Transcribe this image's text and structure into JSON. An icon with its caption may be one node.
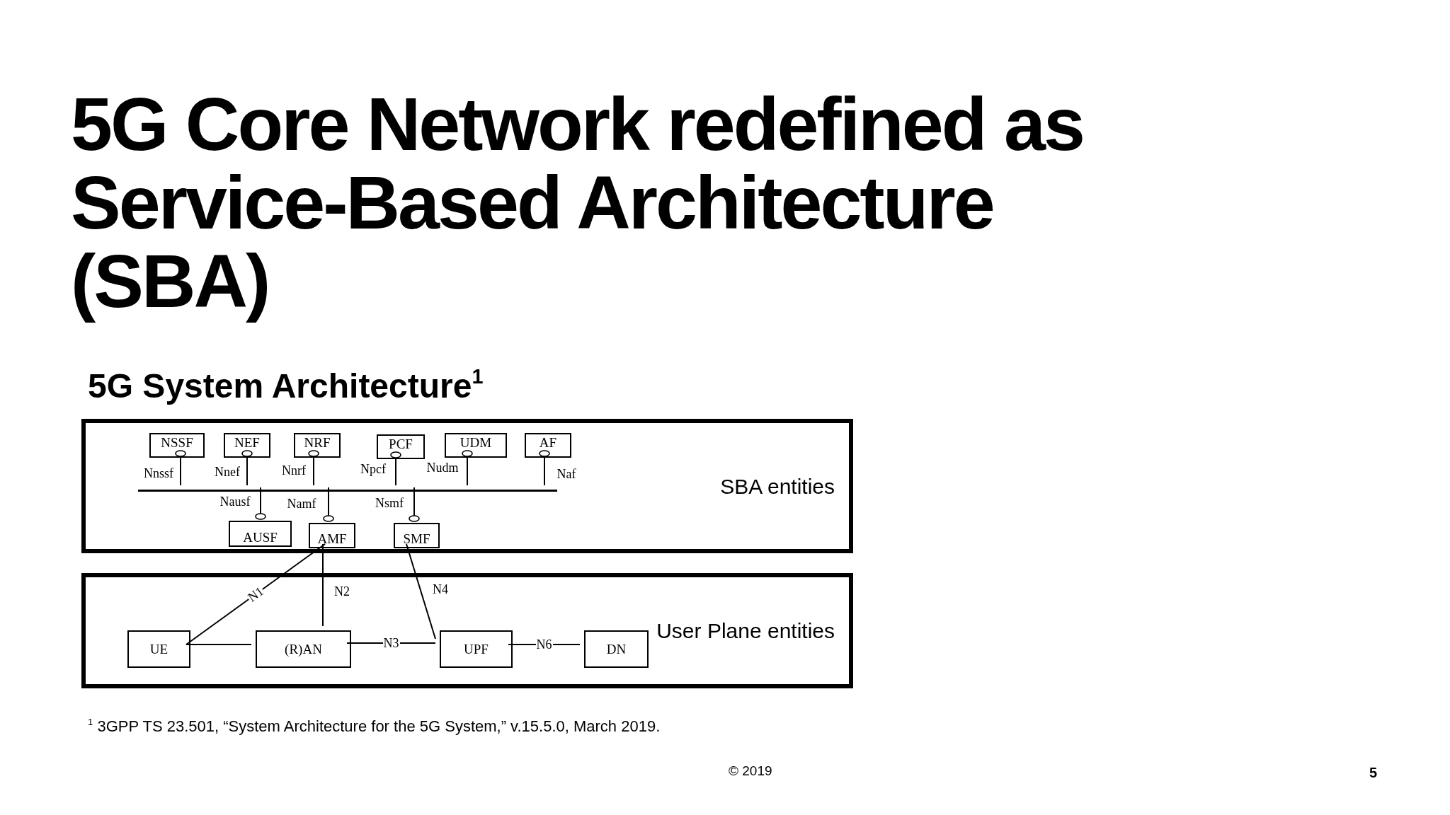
{
  "diagram": {
    "title": "5G Core Network redefined as Service-Based Architecture (SBA)",
    "nodes": [
      {
        "text": [
          "SBA entities"
        ]
      },
      {
        "text": [
          "NSSF"
        ],
        "in": 0
      },
      {
        "text": [
          "NEF"
        ],
        "in": 0
      },
      {
        "text": [
          "NRF"
        ],
        "in": 0
      },
      {
        "text": [
          "PCF"
        ],
        "in": 0
      },
      {
        "text": [
          "UDM"
        ],
        "in": 0
      },
      {
        "text": [
          "AF"
        ],
        "in": 0
      },
      {
        "text": [
          "AUSF"
        ],
        "in": 0
      },
      {
        "text": [
          "AMF"
        ],
        "in": 0
      },
      {
        "text": [
          "SMF"
        ],
        "in": 0
      },
      {
        "text": [],
        "shape": "bar",
        "in": 0
      },
      {
        "text": [
          "User Plane entities"
        ]
      },
      {
        "text": [
          "UE"
        ],
        "in": 11
      },
      {
        "text": [
          "(R)AN"
        ],
        "in": 11
      },
      {
        "text": [
          "UPF"
        ],
        "in": 11
      },
      {
        "text": [
          "DN"
        ],
        "in": 11
      }
    ],
    "edges": [
      {
        "from": 1,
        "to": 10,
        "arrow": "other",
        "label": "Nnssf"
      },
      {
        "from": 2,
        "to": 10,
        "arrow": "other",
        "label": "Nnef"
      },
      {
        "from": 3,
        "to": 10,
        "arrow": "other",
        "label": "Nnrf"
      },
      {
        "from": 4,
        "to": 10,
        "arrow": "other",
        "label": "Npcf"
      },
      {
        "from": 5,
        "to": 10,
        "arrow": "other",
        "label": "Nudm"
      },
      {
        "from": 6,
        "to": 10,
        "arrow": "other",
        "label": "Naf"
      },
      {
        "from": 7,
        "to": 10,
        "arrow": "other",
        "label": "Nausf"
      },
      {
        "from": 8,
        "to": 10,
        "arrow": "other",
        "label": "Namf"
      },
      {
        "from": 9,
        "to": 10,
        "arrow": "other",
        "label": "Nsmf"
      },
      {
        "from": 8,
        "to": 12,
        "arrow": "none",
        "label": "N1"
      },
      {
        "from": 8,
        "to": 13,
        "arrow": "none",
        "label": "N2"
      },
      {
        "from": 9,
        "to": 14,
        "arrow": "none",
        "label": "N4"
      },
      {
        "from": 12,
        "to": 13,
        "arrow": "none"
      },
      {
        "from": 13,
        "to": 14,
        "arrow": "none",
        "label": "N3"
      },
      {
        "from": 14,
        "to": 15,
        "arrow": "none",
        "label": "N6"
      }
    ],
    "labels": [
      "5G System Architecture$^{1}$",
      "$^{1}$ 3GPP TS 23.501, “System Architecture for the 5G System,” v.15.5.0, March 2019.",
      "© 2019",
      "5"
    ]
  }
}
